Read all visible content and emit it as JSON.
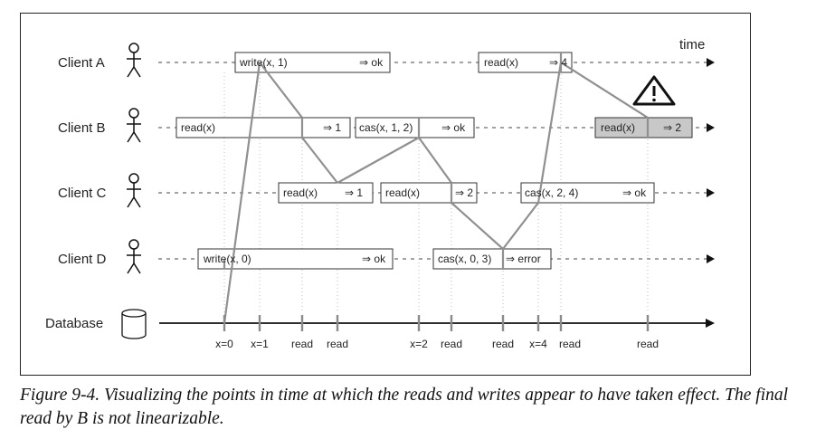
{
  "diagram": {
    "time_label": "time",
    "clients": {
      "a": "Client A",
      "b": "Client B",
      "c": "Client C",
      "d": "Client D",
      "db": "Database"
    },
    "ops": {
      "a_write_name": "write(x, 1)",
      "a_write_result": "⇒ ok",
      "a_read_name": "read(x)",
      "a_read_result": "⇒ 4",
      "b_read1_name": "read(x)",
      "b_read1_result": "⇒ 1",
      "b_cas_name": "cas(x, 1, 2)",
      "b_cas_result": "⇒ ok",
      "b_read2_name": "read(x)",
      "b_read2_result": "⇒ 2",
      "c_read1_name": "read(x)",
      "c_read1_result": "⇒ 1",
      "c_read2_name": "read(x)",
      "c_read2_result": "⇒ 2",
      "c_cas_name": "cas(x, 2, 4)",
      "c_cas_result": "⇒ ok",
      "d_write_name": "write(x, 0)",
      "d_write_result": "⇒ ok",
      "d_cas_name": "cas(x, 0, 3)",
      "d_cas_result": "⇒ error"
    },
    "db_ticks": [
      "x=0",
      "x=1",
      "read",
      "read",
      "x=2",
      "read",
      "read",
      "x=4",
      "read",
      "read"
    ],
    "warning_icon": "warning-triangle-icon",
    "highlight_color": "#c8c8c8",
    "line_color": "#909090"
  },
  "caption": "Figure 9-4. Visualizing the points in time at which the reads and writes appear to have taken effect. The final read by B is not linearizable."
}
